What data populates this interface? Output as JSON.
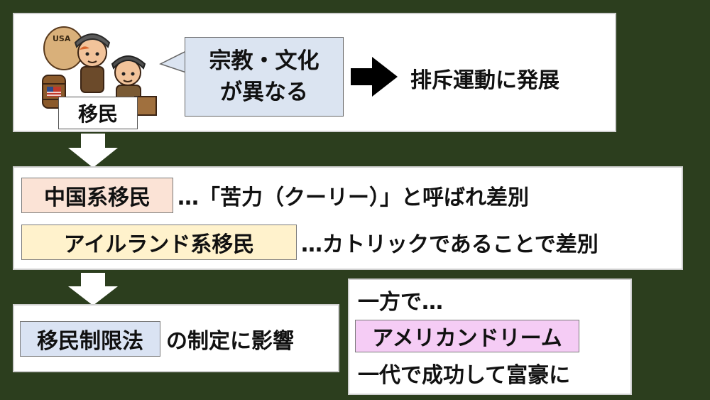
{
  "top": {
    "label_immigrant": "移民",
    "bubble_line1": "宗教・文化",
    "bubble_line2": "が異なる",
    "result": "排斥運動に発展"
  },
  "middle": {
    "chinese_tag": "中国系移民",
    "chinese_text": "…「苦力（クーリー）」と呼ばれ差別",
    "irish_tag": "アイルランド系移民",
    "irish_text": "…カトリックであることで差別"
  },
  "bottom_left": {
    "law_tag": "移民制限法",
    "law_text": "の制定に影響"
  },
  "bottom_right": {
    "line1": "一方で…",
    "dream_tag": "アメリカンドリーム",
    "line3": "一代で成功して富豪に"
  },
  "colors": {
    "background": "#2c3e1e",
    "bubble": "#dbe4f1",
    "chinese_tag": "#fbe3d6",
    "irish_tag": "#fff2cc",
    "law_tag": "#dae3f3",
    "dream_tag": "#f5ccf5"
  },
  "icons": [
    "immigrant-children-illustration",
    "usa-flag-barrel",
    "right-arrow",
    "down-arrow"
  ]
}
